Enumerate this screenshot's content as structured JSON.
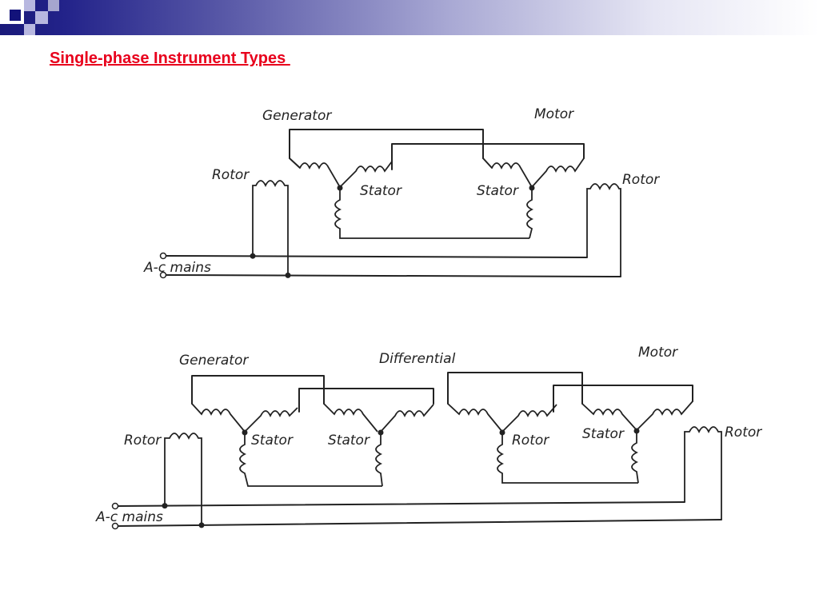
{
  "slide": {
    "title": "Single-phase Instrument Types "
  },
  "diagram_top": {
    "generator_label": "Generator",
    "motor_label": "Motor",
    "rotor_left_label": "Rotor",
    "rotor_right_label": "Rotor",
    "stator_left_label": "Stator",
    "stator_right_label": "Stator",
    "mains_label": "A-c mains"
  },
  "diagram_bottom": {
    "generator_label": "Generator",
    "differential_label": "Differential",
    "motor_label": "Motor",
    "rotor_left_label": "Rotor",
    "stator_left_label": "Stator",
    "stator_middle_label": "Stator",
    "rotor_differential_label": "Rotor",
    "stator_right_label": "Stator",
    "rotor_right_label": "Rotor",
    "mains_label": "A-c mains"
  }
}
